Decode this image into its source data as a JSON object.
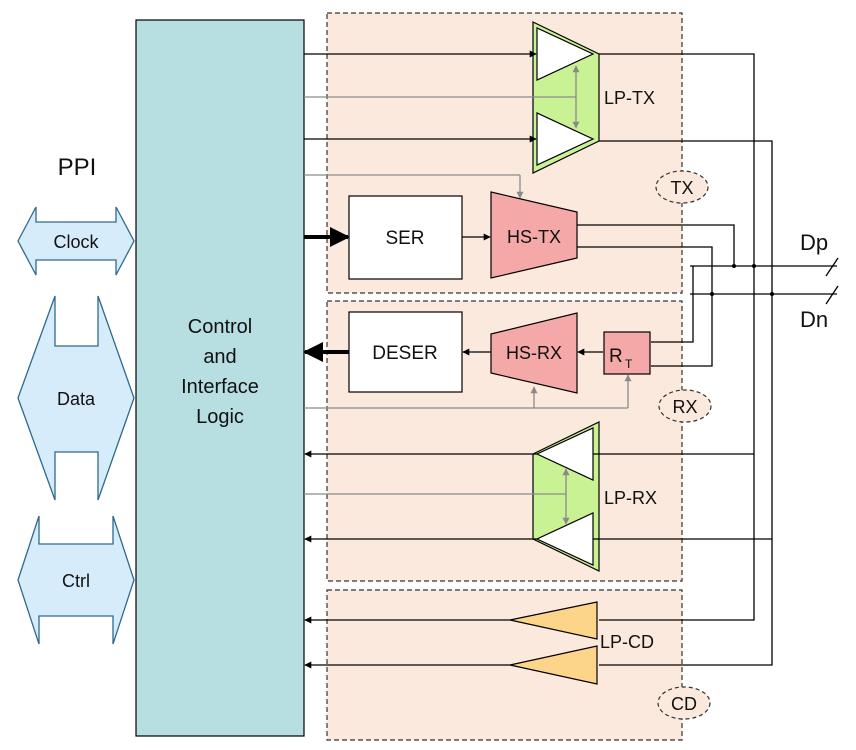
{
  "ppi": {
    "title": "PPI",
    "ports": [
      "Clock",
      "Data",
      "Ctrl"
    ]
  },
  "control": {
    "lines": [
      "Control",
      "and",
      "Interface",
      "Logic"
    ]
  },
  "blocks": {
    "ser": "SER",
    "hs_tx": "HS-TX",
    "deser": "DESER",
    "hs_rx": "HS-RX",
    "rt_main": "R",
    "rt_sub": "T",
    "lp_tx": "LP-TX",
    "lp_rx": "LP-RX",
    "lp_cd": "LP-CD"
  },
  "regions": {
    "tx": "TX",
    "rx": "RX",
    "cd": "CD"
  },
  "pins": {
    "dp": "Dp",
    "dn": "Dn"
  },
  "colors": {
    "region_fill": "#fbe9dd",
    "control_fill": "#b7dee0",
    "ppi_fill": "#d6ecfa",
    "ppi_stroke": "#2e6a8e",
    "hs_fill": "#f5a8a8",
    "lp_fill": "#c8f294",
    "lpcd_fill": "#fcd48a",
    "signal_gray": "#8a8a8a"
  }
}
